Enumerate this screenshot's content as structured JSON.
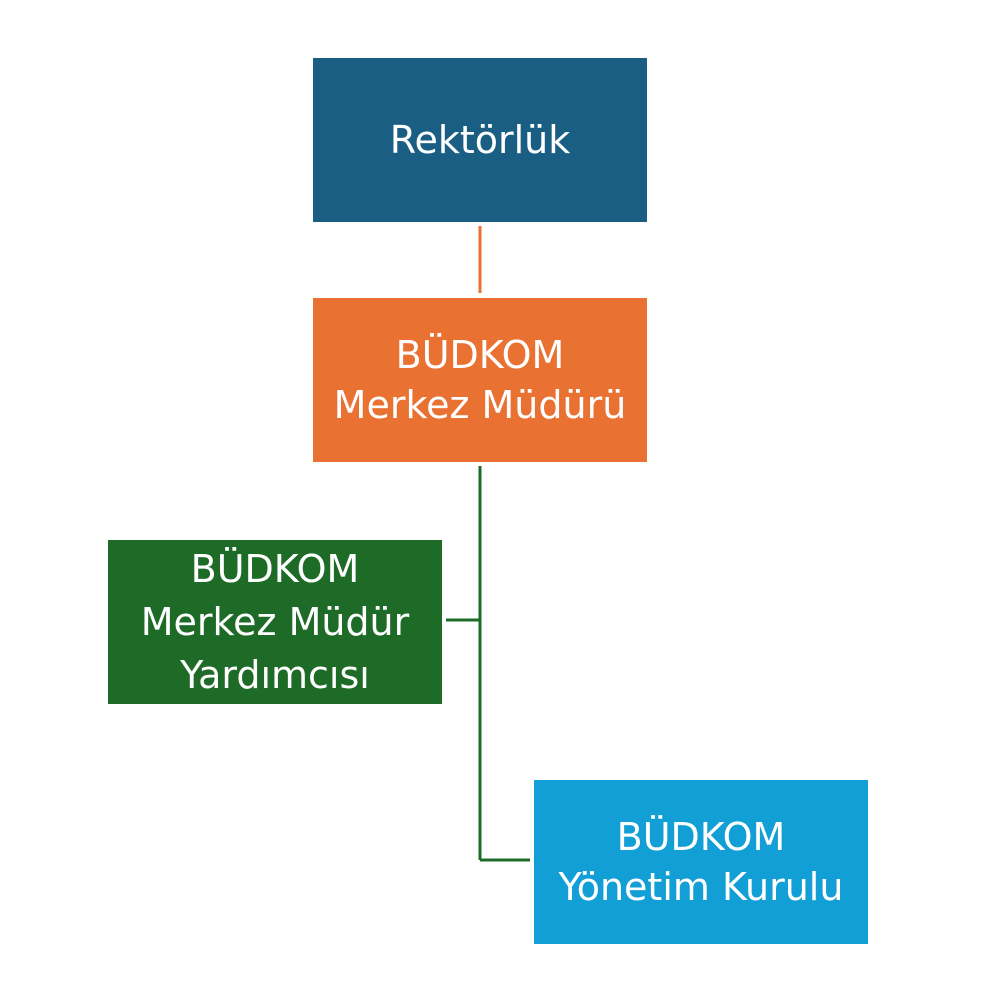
{
  "colors": {
    "rektorluk": "#1a5e83",
    "mudur": "#e97132",
    "yardimci": "#1e6b28",
    "kurul": "#119fd6",
    "connector_top": "#e97132",
    "connector_tree": "#1e6b28"
  },
  "nodes": {
    "rektorluk": {
      "lines": [
        "Rektörlük"
      ]
    },
    "mudur": {
      "lines": [
        "BÜDKOM",
        "Merkez Müdürü"
      ]
    },
    "yardimci": {
      "lines": [
        "BÜDKOM",
        "Merkez Müdür",
        "Yardımcısı"
      ]
    },
    "kurul": {
      "lines": [
        "BÜDKOM",
        "Yönetim Kurulu"
      ]
    }
  }
}
